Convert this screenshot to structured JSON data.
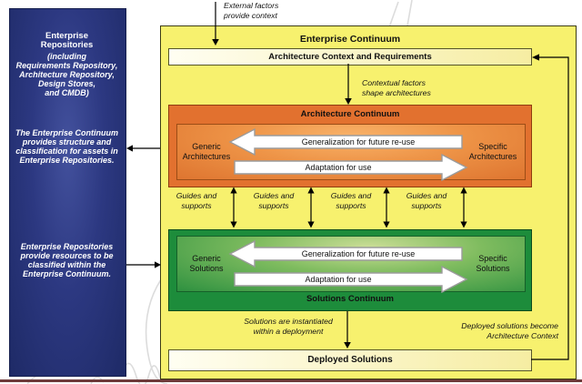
{
  "left_panel": {
    "heading": "Enterprise\nRepositories",
    "subheading": "(including\nRequirements Repository,\nArchitecture Repository,\nDesign Stores,\nand CMDB)",
    "note_structure": "The Enterprise Continuum\nprovides structure and\nclassification for assets in\nEnterprise Repositories.",
    "note_resources": "Enterprise Repositories\nprovide resources to be\nclassified within the\nEnterprise Continuum."
  },
  "enterprise_continuum": {
    "title": "Enterprise Continuum",
    "context_bar": "Architecture Context and Requirements",
    "deployed_bar": "Deployed Solutions"
  },
  "architecture_continuum": {
    "title": "Architecture Continuum",
    "left_label": "Generic\nArchitectures",
    "right_label": "Specific\nArchitectures",
    "arrow_top": "Generalization for future re-use",
    "arrow_bottom": "Adaptation for use"
  },
  "solutions_continuum": {
    "title": "Solutions Continuum",
    "left_label": "Generic\nSolutions",
    "right_label": "Specific\nSolutions",
    "arrow_top": "Generalization for future re-use",
    "arrow_bottom": "Adaptation for use"
  },
  "annotations": {
    "external_factors": "External factors\nprovide context",
    "contextual_factors": "Contextual factors\nshape architectures",
    "guides_label": "Guides and\nsupports",
    "solutions_instantiated": "Solutions are instantiated\nwithin a deployment",
    "deployed_become": "Deployed solutions become\nArchitecture Context"
  },
  "colors": {
    "panel_blue": "#2c3881",
    "continuum_yellow": "#f7f16e",
    "architecture_orange": "#e2712f",
    "solutions_green": "#1d8c3b",
    "bar_pale_yellow": "#f9f3b8",
    "bottom_rule": "#6e3a3a"
  }
}
